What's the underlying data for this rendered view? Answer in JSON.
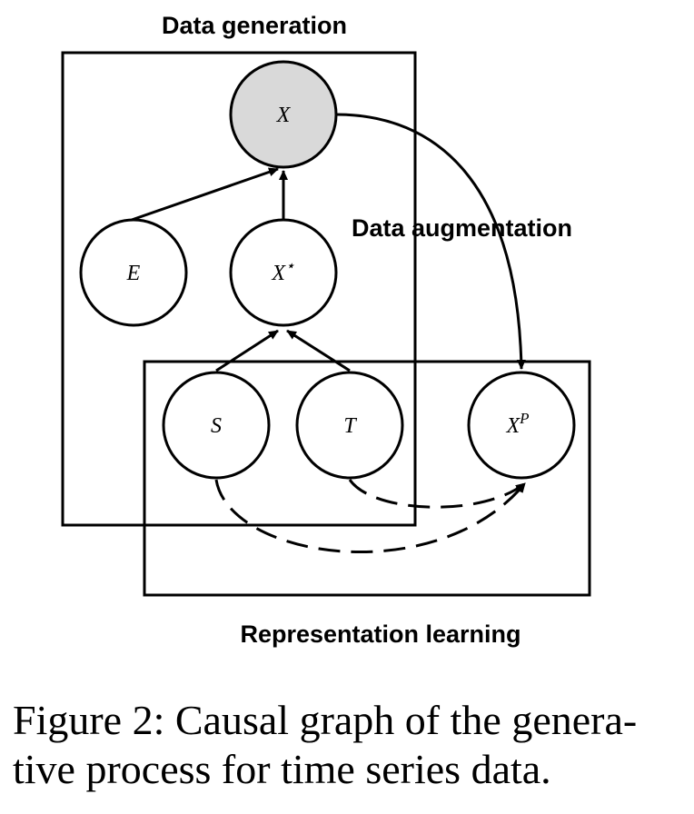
{
  "boxes": {
    "data_generation": "Data generation",
    "data_augmentation": "Data augmentation",
    "representation_learning": "Representation learning"
  },
  "nodes": {
    "x": {
      "label": "X",
      "fill": "#d9d9d9"
    },
    "e": {
      "label": "E",
      "fill": "#ffffff"
    },
    "x_star": {
      "label": "X",
      "superscript": "⋆",
      "fill": "#ffffff"
    },
    "s": {
      "label": "S",
      "fill": "#ffffff"
    },
    "t": {
      "label": "T",
      "fill": "#ffffff"
    },
    "x_p": {
      "label": "X",
      "superscript": "P",
      "fill": "#ffffff"
    }
  },
  "edges": [
    {
      "from": "E",
      "to": "X",
      "style": "solid"
    },
    {
      "from": "X*",
      "to": "X",
      "style": "solid"
    },
    {
      "from": "S",
      "to": "X*",
      "style": "solid"
    },
    {
      "from": "T",
      "to": "X*",
      "style": "solid"
    },
    {
      "from": "X",
      "to": "X^P",
      "style": "solid"
    },
    {
      "from": "T",
      "to": "X^P",
      "style": "dashed"
    },
    {
      "from": "S",
      "to": "X^P",
      "style": "dashed"
    }
  ],
  "caption": {
    "line1": "Figure 2: Causal graph of the genera-",
    "line2": "tive process for time series data."
  }
}
